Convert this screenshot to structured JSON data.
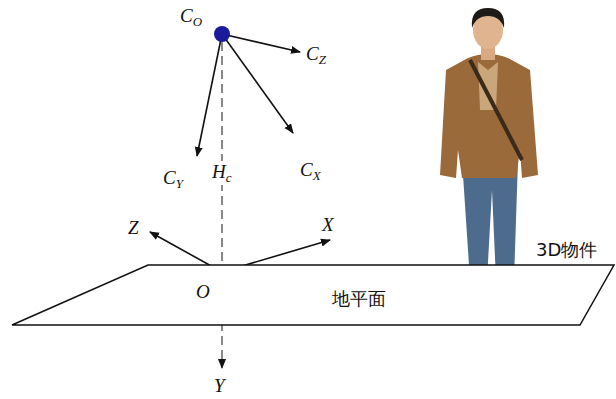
{
  "diagram": {
    "nodes": [
      {
        "text": [
          "地平面"
        ]
      }
    ],
    "labels": [
      "CO",
      "CZ",
      "CY",
      "Hc",
      "CX",
      "3D物件",
      "Z",
      "X",
      "O",
      "Y"
    ]
  }
}
